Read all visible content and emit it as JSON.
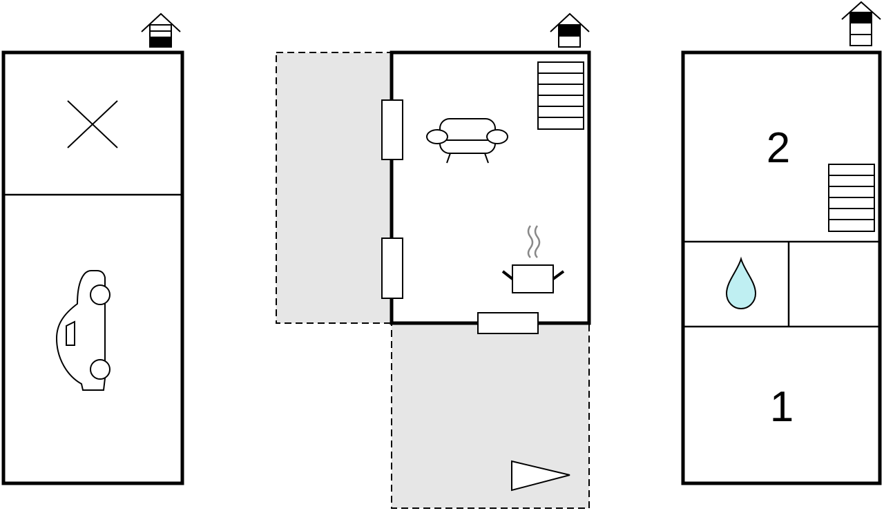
{
  "floors": [
    {
      "id": "ground",
      "rooms": [
        "storage",
        "garage"
      ],
      "icons": [
        "house-level-icon",
        "cross-icon",
        "car-icon"
      ]
    },
    {
      "id": "first",
      "rooms": [
        "living-kitchen",
        "terrace-west",
        "terrace-south"
      ],
      "icons": [
        "house-level-icon",
        "stairs-icon",
        "sofa-icon",
        "cooking-pot-icon",
        "flag-icon"
      ]
    },
    {
      "id": "second",
      "rooms": [
        {
          "id": "bedroom-2",
          "label": "2"
        },
        {
          "id": "bathroom",
          "icon": "water-drop-icon"
        },
        {
          "id": "hall"
        },
        {
          "id": "bedroom-1",
          "label": "1"
        }
      ],
      "icons": [
        "house-level-icon",
        "stairs-icon",
        "water-drop-icon"
      ]
    }
  ],
  "colors": {
    "walls": "#000000",
    "terrace": "#e6e6e6",
    "water": "#bfeff2"
  }
}
